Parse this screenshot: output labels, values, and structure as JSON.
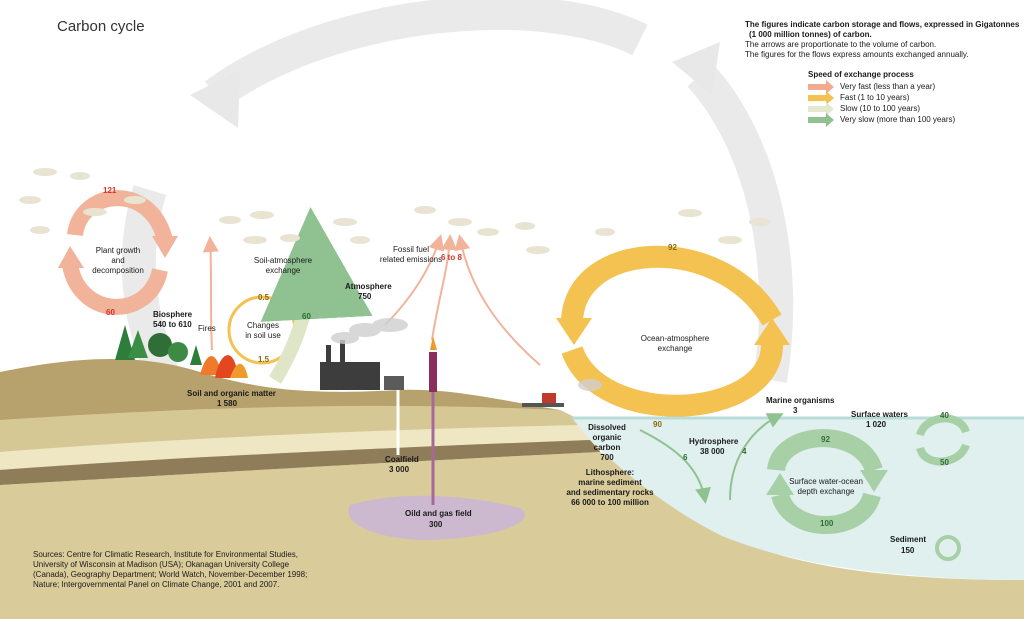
{
  "title": "Carbon cycle",
  "intro": {
    "line1": "The figures indicate carbon storage and flows, expressed in Gigatonnes",
    "line2": "(1 000 million tonnes) of carbon.",
    "line3": "The arrows are proportionate to the volume of carbon.",
    "line4": "The figures for the flows express amounts exchanged annually."
  },
  "legend": {
    "title": "Speed of exchange process",
    "items": [
      {
        "label": "Very fast (less than a year)",
        "color": "#f2a98f"
      },
      {
        "label": "Fast (1 to 10 years)",
        "color": "#f4c250"
      },
      {
        "label": "Slow (10 to 100 years)",
        "color": "#e3e8cf"
      },
      {
        "label": "Very slow (more than 100 years)",
        "color": "#8fc290"
      }
    ]
  },
  "labels": {
    "plant_growth": [
      "Plant growth",
      "and",
      "decomposition"
    ],
    "biosphere": "Biosphere",
    "biosphere_value": "540 to 610",
    "fires": "Fires",
    "soil_atmosphere": [
      "Soil-atmosphere",
      "exchange"
    ],
    "changes_soil": [
      "Changes",
      "in soil use"
    ],
    "soil_organic": "Soil and organic matter",
    "soil_organic_value": "1 580",
    "atmosphere": "Atmosphere",
    "atmosphere_value": "750",
    "fossil_fuel": [
      "Fossil fuel",
      "related emissions"
    ],
    "ocean_atmosphere": [
      "Ocean-atmosphere",
      "exchange"
    ],
    "coalfield": "Coalfield",
    "coalfield_value": "3 000",
    "oil_gas": "Oild and gas field",
    "oil_gas_value": "300",
    "dissolved": [
      "Dissolved",
      "organic",
      "carbon"
    ],
    "dissolved_value": "700",
    "hydrosphere": "Hydrosphere",
    "hydrosphere_value": "38 000",
    "marine_organisms": "Marine organisms",
    "marine_value": "3",
    "surface_waters": "Surface waters",
    "surface_waters_value": "1 020",
    "surface_deep": [
      "Surface water-ocean",
      "depth exchange"
    ],
    "lithosphere": [
      "Lithosphere:",
      "marine sediment",
      "and sedimentary rocks"
    ],
    "lithosphere_value": "66 000 to 100 million",
    "sediment": "Sediment",
    "sediment_value": "150"
  },
  "flows": {
    "plant_top": "121",
    "plant_bottom": "60",
    "soil_top": "0.5",
    "soil_bottom": "1.5",
    "soil_atm": "60",
    "fossil": "6 to 8",
    "ocean_top": "92",
    "ocean_bottom": "90",
    "hydro_left": "6",
    "hydro_right": "4",
    "deep_top": "92",
    "deep_bottom": "100",
    "surface_top": "40",
    "surface_bottom": "50"
  },
  "sources": [
    "Sources: Centre for Climatic Research, Institute for Environmental Studies,",
    "University of Wisconsin at Madison (USA); Okanagan University College",
    "(Canada), Geography Department; World Watch, November-December 1998;",
    "Nature; Intergovernmental Panel on Climate Change, 2001 and 2007."
  ]
}
